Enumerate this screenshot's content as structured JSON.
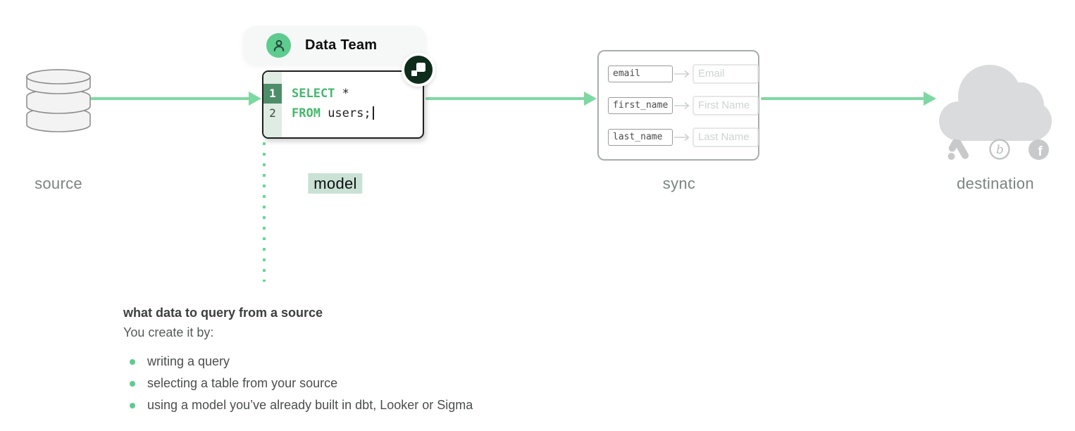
{
  "diagram": {
    "stages": {
      "source_label": "source",
      "model_label": "model",
      "sync_label": "sync",
      "destination_label": "destination"
    },
    "data_team": {
      "label": "Data Team"
    },
    "code_editor": {
      "lines": [
        {
          "number": "1",
          "keyword": "SELECT",
          "code": " *"
        },
        {
          "number": "2",
          "keyword": "FROM",
          "code": " users;"
        }
      ]
    },
    "sync_mappings": [
      {
        "source_field": "email",
        "dest_field": "Email"
      },
      {
        "source_field": "first_name",
        "dest_field": "First Name"
      },
      {
        "source_field": "last_name",
        "dest_field": "Last Name"
      }
    ],
    "destination_logos": {
      "braze_letter": "b",
      "facebook_letter": "f"
    }
  },
  "notes": {
    "heading": "what data to query from a source",
    "intro": "You create it by:",
    "bullets": [
      "writing a query",
      "selecting a table from your source",
      "using a model you’ve already built in dbt, Looker or Sigma"
    ]
  },
  "colors": {
    "arrow_green": "#7ed8a2",
    "accent_green": "#5ecb8f",
    "keyword_green": "#45b76c",
    "model_highlight": "#c9e2d5",
    "label_gray": "#7b8481",
    "cloud_gray": "#d9dbdd",
    "badge_dark": "#0e2b1b"
  }
}
